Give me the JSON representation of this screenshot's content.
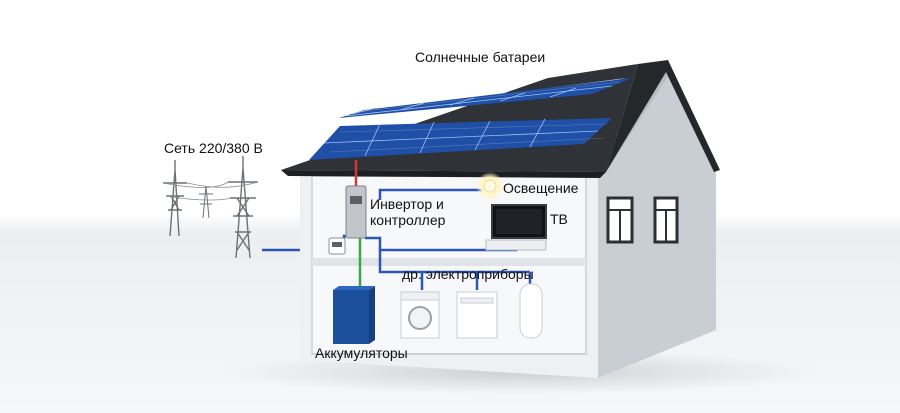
{
  "labels": {
    "solar_panels": "Солнечные батареи",
    "grid": "Сеть 220/380 В",
    "lighting": "Освещение",
    "inverter": "Инвертор и контроллер",
    "tv": "ТВ",
    "appliances": "др. электроприборы",
    "batteries": "Аккумуляторы"
  },
  "colors": {
    "roof": "#2f3236",
    "panel": "#1f4fa6",
    "panel_cell": "#3a78d6",
    "wall_outer": "#eef0f2",
    "wall_side": "#c9ced4",
    "interior": "#f7f8f9",
    "battery": "#1c4f9c",
    "wire_dc": "#d53434",
    "wire_ac": "#2b55b8",
    "wire_battery": "#3aa845",
    "ground": "#e9eaec"
  }
}
